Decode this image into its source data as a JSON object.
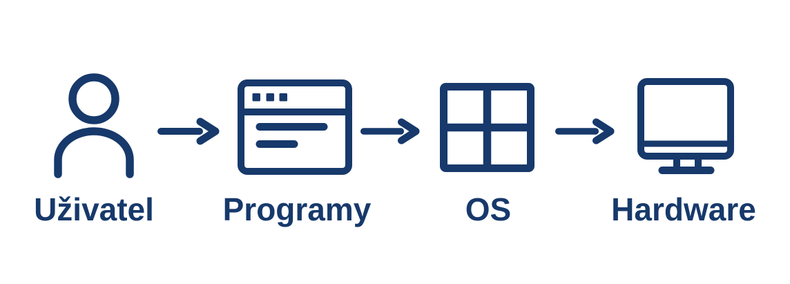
{
  "diagram": {
    "type": "flow",
    "direction": "left-to-right",
    "accent_color": "#17396b",
    "background_color": "#ffffff",
    "nodes": [
      {
        "id": "user",
        "label": "Uživatel",
        "icon": "user-icon"
      },
      {
        "id": "programs",
        "label": "Programy",
        "icon": "browser-window-icon"
      },
      {
        "id": "os",
        "label": "OS",
        "icon": "window-grid-icon"
      },
      {
        "id": "hardware",
        "label": "Hardware",
        "icon": "monitor-icon"
      }
    ],
    "connections": [
      {
        "from": "Uživatel",
        "to": "Programy",
        "style": "arrow-right"
      },
      {
        "from": "Programy",
        "to": "OS",
        "style": "arrow-right"
      },
      {
        "from": "OS",
        "to": "Hardware",
        "style": "arrow-right"
      }
    ]
  }
}
